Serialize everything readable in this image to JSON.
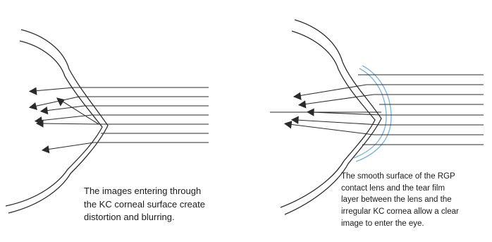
{
  "panels": [
    {
      "id": "left",
      "caption_lines": [
        "The images entering through",
        "the KC corneal surface create",
        "distortion and blurring."
      ]
    },
    {
      "id": "right",
      "caption_lines": [
        "The smooth surface of the RGP",
        "contact lens and the tear film",
        "layer between the lens and the",
        "irregular KC cornea allow a clear",
        "image to enter the eye."
      ]
    }
  ],
  "colors": {
    "line": "#2b2b2b",
    "lens": "#7fb6d8",
    "text": "#1a1a1a"
  }
}
